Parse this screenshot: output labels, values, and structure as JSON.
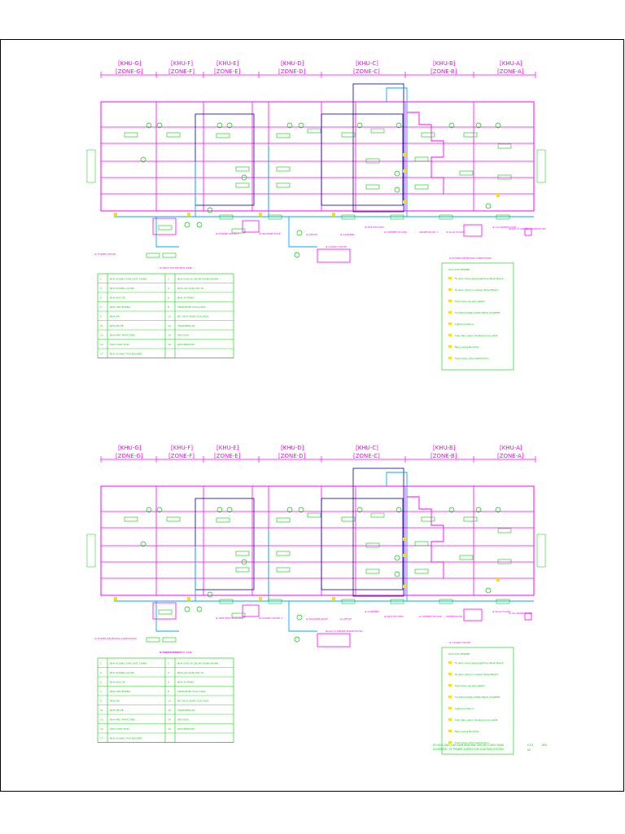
{
  "zones": [
    {
      "khu": "[KHU-G]",
      "zone": "[ZONE-G]"
    },
    {
      "khu": "[KHU-F]",
      "zone": "[ZONE-F]"
    },
    {
      "khu": "[KHU-E]",
      "zone": "[ZONE-E]"
    },
    {
      "khu": "[KHU-D]",
      "zone": "[ZONE-D]"
    },
    {
      "khu": "[KHU-C]",
      "zone": "[ZONE-C]"
    },
    {
      "khu": "[KHU-B]",
      "zone": "[ZONE-B]"
    },
    {
      "khu": "[KHU-A]",
      "zone": "[ZONE-A]"
    }
  ],
  "plan1": {
    "buildings": [
      "⊕ POWER HOUSE-2",
      "⊕ MACHINE SHOP",
      "⊕ OFFICE",
      "⊕ CANTEEN",
      "⊕ PILE FACTORY",
      "⊕ CEMENT HOUSE",
      "SPAREHOUSE-1",
      "⊕ SLAG FLOOR",
      "⊕ OIL WAREHOUSE",
      "⊕GAS CYLINDER WAREHOUSE",
      "⊕ GUARD HOUSE",
      "⊕ POWER RECEIVING SUBSTATION",
      "⊕ TOWER HOUSE",
      "⊕ FIRST HOUSE TEST PINE"
    ]
  },
  "plan2": {
    "buildings": [
      "⊕ TIRE TEST BUILDING",
      "⊕ POWER HOUSE-1",
      "⊕ MACHINE SHOP",
      "⊕ OFFICE",
      "⊕ CANTEEN",
      "⊕ PILE FACTORY",
      "⊕ CEMENT HOUSE",
      "SPAREHOUSE-1",
      "⊕ SLAG FLOOR",
      "⊕ OIL WAREHOUSE",
      "⊕GAS CYLINDER WAREHOUSE",
      "⊕ GUARD HOUSE",
      "⊕ POWER RECEIVING SUBSTATION",
      "⊕ TOWER HOUSE",
      "⊕ FIRST HOUSE TEST PINE"
    ]
  },
  "table_rows": [
    [
      "1",
      "NHA XUONG SAN XUAT CHINH",
      "2",
      "NHA KHO VA CHON THANH PHAM"
    ],
    [
      "3",
      "NHA XUONG CO KHI",
      "4",
      "NHA LUU KHO VAT TU"
    ],
    [
      "5",
      "NHA BAO VE",
      "6",
      "NHA XI MANG"
    ],
    [
      "7",
      "NHA VAN PHONG",
      "8",
      "TRAM BOM CHUA CHAY"
    ],
    [
      "9",
      "NHA AN",
      "10",
      "BE CHUA NUOC CUU HOA"
    ],
    [
      "11",
      "NHA DE XE",
      "12",
      "TRAM BIEN AP"
    ],
    [
      "13",
      "NHA MAY PHAT DIEN",
      "14",
      "KHO DAU"
    ],
    [
      "15",
      "KHO CHAT THAI",
      "16",
      "KHO BINH KHI"
    ],
    [
      "17",
      "NHA XUONG THU NGHIEM",
      "",
      ""
    ]
  ],
  "legend": {
    "title": "GHI CHU LEGEND",
    "items": [
      "Tu dien chieu sang Lighting Panel Board",
      "Tu dien dong luc Power Panel Board",
      "Tram bien ap Sub station",
      "TU KHOI DONG STAR DELTA STARTER",
      "Lighting Fixture",
      "Cap dien ngam Underground cable",
      "Nha xuong Building",
      "Tram phan phoi Distribution"
    ]
  },
  "footer": {
    "title_vn": "SO DO CUNG CAP DIEN NHA MAY CHO HE CHIEU SANG",
    "title_en": "SCHEMATIC OF POWER SUPPLY FOR LIGHTING SYSTEM",
    "code_a": "E-02",
    "code_b": "REV",
    "code_c": "00"
  },
  "colors": {
    "wall": "#ff00ff",
    "tag": "#00cc00",
    "cable": "#00aaff",
    "frame": "#0000aa",
    "panel": "#ffe000"
  }
}
